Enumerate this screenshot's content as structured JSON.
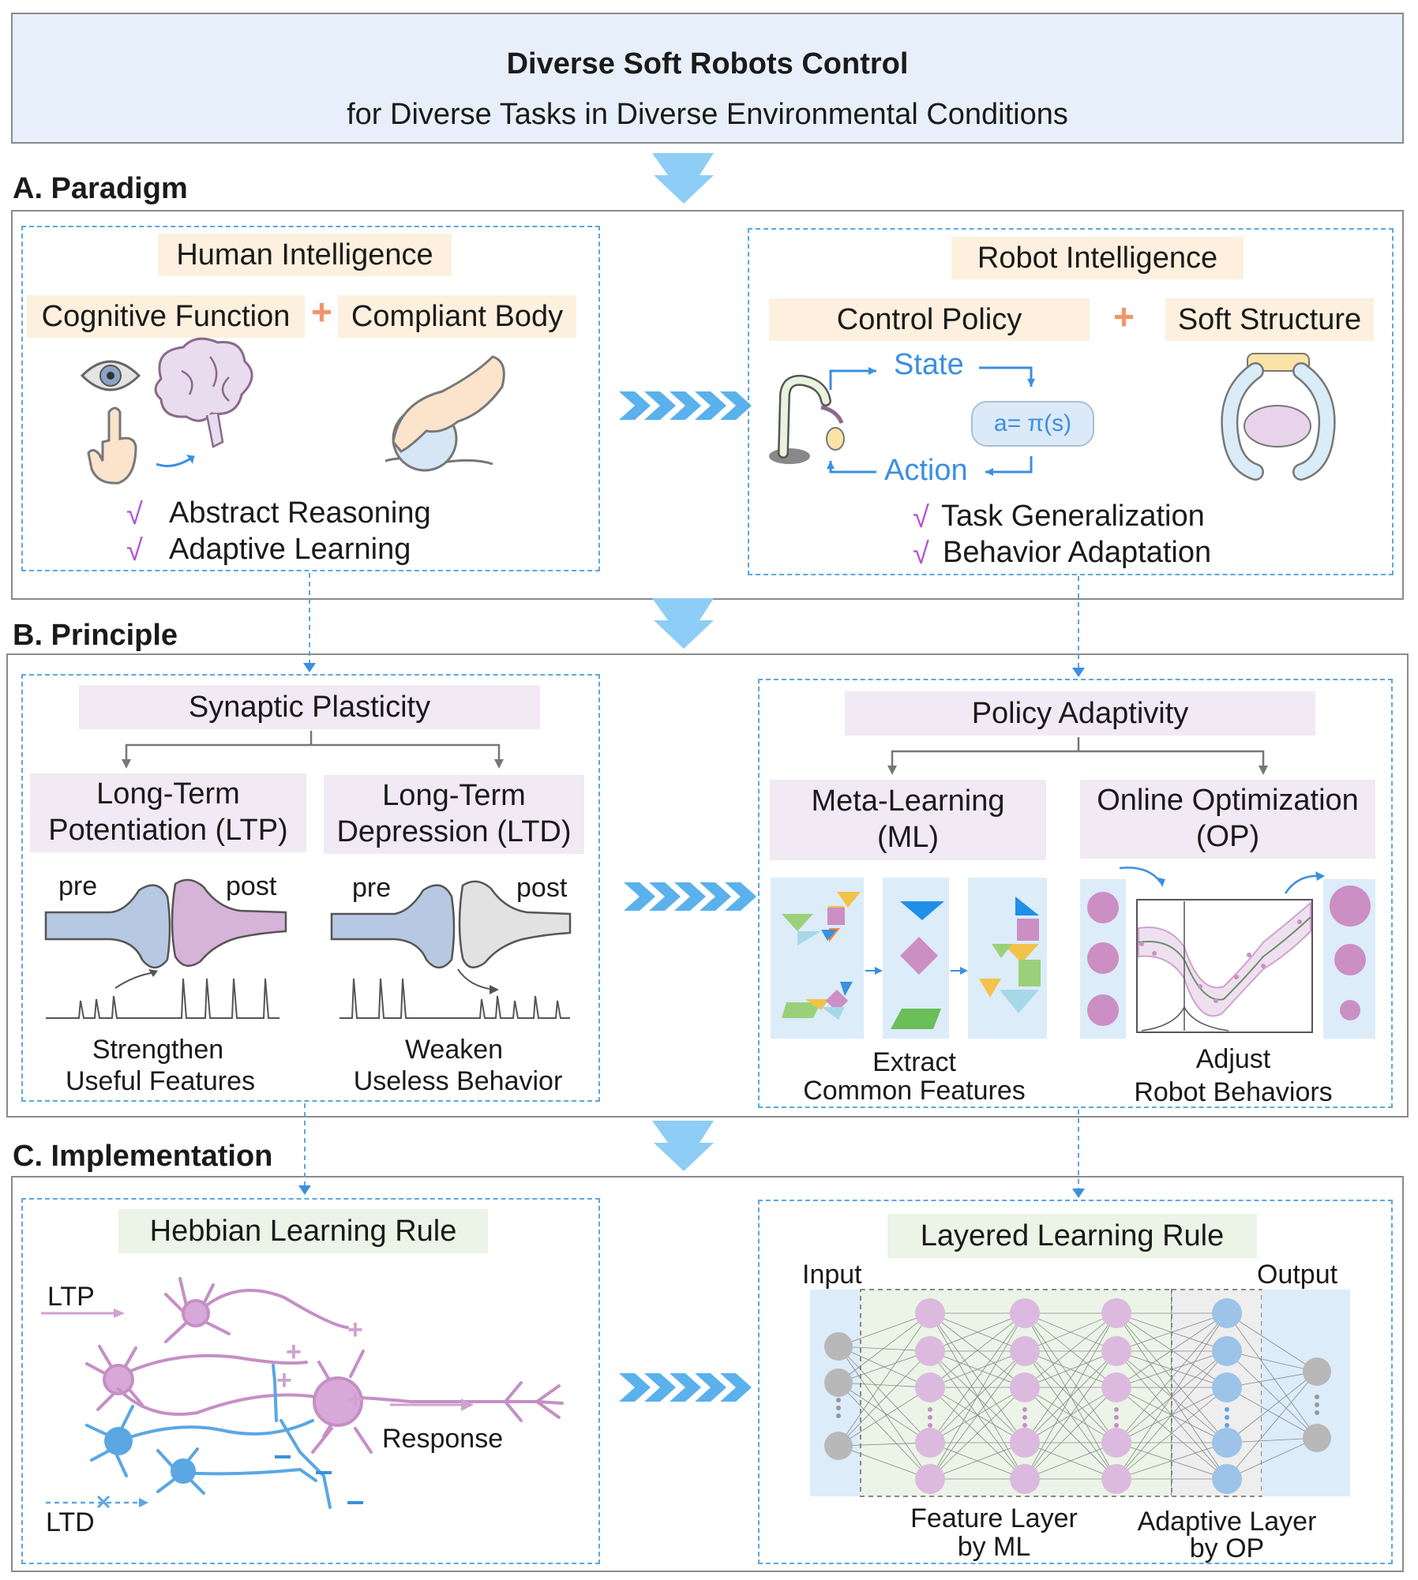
{
  "header": {
    "title": "Diverse Soft Robots Control",
    "subtitle": "for Diverse Tasks in Diverse Environmental Conditions"
  },
  "sections": {
    "a": "A. Paradigm",
    "b": "B. Principle",
    "c": "C. Implementation"
  },
  "paradigm": {
    "human": {
      "title": "Human Intelligence",
      "cognitive": "Cognitive Function",
      "compliant": "Compliant Body",
      "check1": "√",
      "benefit1": "Abstract Reasoning",
      "check2": "√",
      "benefit2": "Adaptive Learning"
    },
    "robot": {
      "title": "Robot Intelligence",
      "policy": "Control Policy",
      "soft": "Soft Structure",
      "state": "State",
      "action": "Action",
      "formula": "a= π(s)",
      "check1": "√",
      "benefit1": "Task Generalization",
      "check2": "√",
      "benefit2": "Behavior Adaptation"
    },
    "plus": "+"
  },
  "principle": {
    "synaptic": {
      "title": "Synaptic Plasticity",
      "ltp": "Long-Term Potentiation (LTP)",
      "ltd": "Long-Term Depression (LTD)",
      "pre": "pre",
      "post": "post",
      "ltp_caption_1": "Strengthen",
      "ltp_caption_2": "Useful Features",
      "ltd_caption_1": "Weaken",
      "ltd_caption_2": "Useless Behavior"
    },
    "policy": {
      "title": "Policy Adaptivity",
      "ml": "Meta-Learning (ML)",
      "op": "Online Optimization (OP)",
      "ml_caption_1": "Extract",
      "ml_caption_2": "Common Features",
      "op_caption_1": "Adjust",
      "op_caption_2": "Robot Behaviors"
    }
  },
  "implementation": {
    "hebbian": {
      "title": "Hebbian Learning Rule",
      "ltp": "LTP",
      "ltd": "LTD",
      "response": "Response"
    },
    "layered": {
      "title": "Layered Learning Rule",
      "input": "Input",
      "output": "Output",
      "feature_1": "Feature Layer",
      "feature_2": "by ML",
      "adaptive_1": "Adaptive Layer",
      "adaptive_2": "by OP"
    }
  },
  "colors": {
    "blue_accent": "#4a90e2",
    "lavender": "#cfa2cf",
    "dashed_border": "#5aa7e3",
    "plus_orange": "#f0966b",
    "check_purple": "#b34fd6"
  }
}
